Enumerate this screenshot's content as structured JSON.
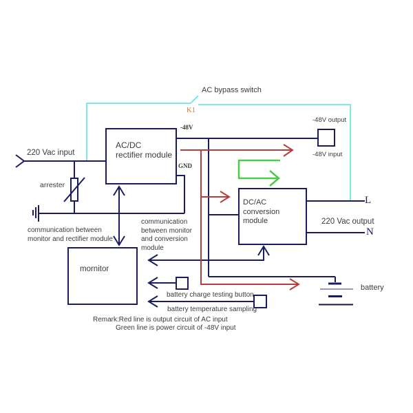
{
  "diagram": {
    "title_labels": {
      "ac_bypass_switch": "AC bypass switch",
      "k1": "K1"
    },
    "modules": {
      "rectifier": {
        "line1": "AC/DC",
        "line2": "rectifier module"
      },
      "conversion": {
        "line1": "DC/AC",
        "line2": "conversion module"
      },
      "monitor": "mornitor"
    },
    "ports": {
      "ac_input": "220 Vac input",
      "ac_output": "220 Vac output",
      "line": "L",
      "neutral": "N",
      "neg48v": "-48V",
      "gnd": "GND",
      "neg48v_output": "-48V output",
      "neg48v_input": "-48V input"
    },
    "components": {
      "arrester": "arrester",
      "battery": "battery",
      "test_button": "battery charge testing button",
      "temp_sampling": "battery temperature sampling"
    },
    "communication": {
      "rectifier_line1": "communication between",
      "rectifier_line2": "monitor and rectifier module",
      "conversion_line1": "communication",
      "conversion_line2": "between monitor",
      "conversion_line3": "and conversion",
      "conversion_line4": "module"
    },
    "remark": {
      "line1": "Remark:Red line is output circuit of AC input",
      "line2": "Green line is power circuit of -48V input"
    },
    "colors": {
      "wire_navy": "#1b1b60",
      "red_line": "#b83b3b",
      "green_line": "#4cc94c",
      "cyan_line": "#7ce9e3",
      "k1_orange": "#c08030",
      "text": "#3a3a3a"
    }
  }
}
